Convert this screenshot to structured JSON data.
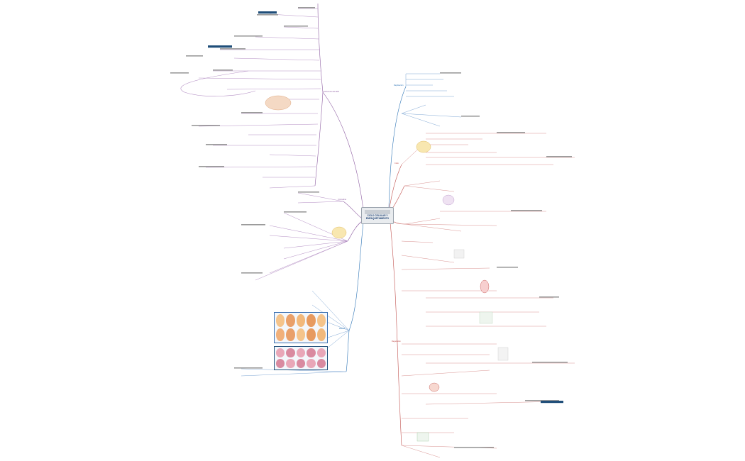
{
  "root": {
    "title_line1": "CICLO CELULAR Y",
    "title_line2": "EMPAQUETAMIENTO"
  },
  "branches": [
    {
      "id": "purple",
      "label": "Estructura del ADN",
      "color": "#8e5ea2"
    },
    {
      "id": "blue-top",
      "label": "Replicación",
      "color": "#2e75b6"
    },
    {
      "id": "red-top",
      "label": "Ciclo",
      "color": "#c0504d"
    },
    {
      "id": "purple-low",
      "label": "Cromatina",
      "color": "#8e5ea2"
    },
    {
      "id": "blue-low",
      "label": "Mitosis",
      "color": "#2e75b6"
    },
    {
      "id": "red-low",
      "label": "Regulación",
      "color": "#c0504d"
    }
  ],
  "colors": {
    "purple": "#8e5ea2",
    "blue": "#2e75b6",
    "red": "#c0504d",
    "dark_tag": "#1f4e79",
    "background": "#ffffff"
  }
}
